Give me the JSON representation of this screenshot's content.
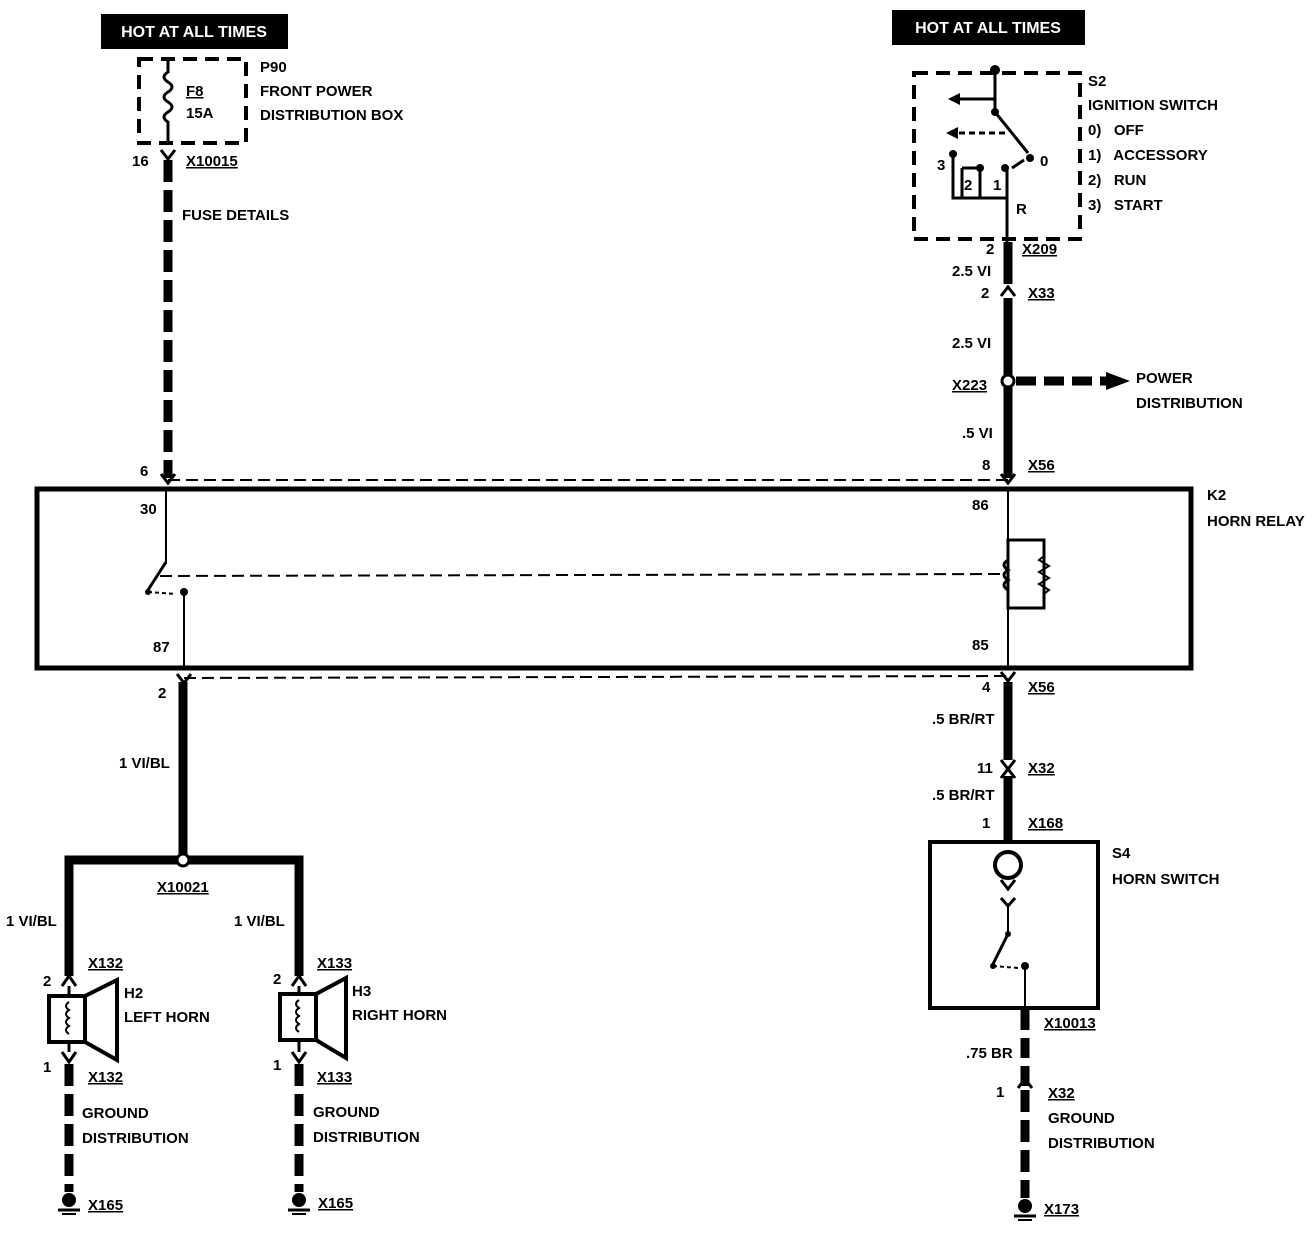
{
  "hot_banners": {
    "left": "HOT AT ALL TIMES",
    "right": "HOT AT ALL TIMES"
  },
  "p90": {
    "id": "P90",
    "name_line1": "FRONT POWER",
    "name_line2": "DISTRIBUTION BOX",
    "fuse_id": "F8",
    "fuse_rating": "15A",
    "pin": "16",
    "connector": "X10015",
    "note": "FUSE DETAILS"
  },
  "s2": {
    "id": "S2",
    "name": "IGNITION SWITCH",
    "positions": [
      "0)   OFF",
      "1)   ACCESSORY",
      "2)   RUN",
      "3)   START"
    ],
    "terminal_labels": {
      "p3": "3",
      "p2": "2",
      "p1": "1",
      "p0": "0",
      "r": "R"
    }
  },
  "ignition_feed": {
    "pin_x209": "2",
    "conn_x209": "X209",
    "wire_a": "2.5 VI",
    "pin_x33": "2",
    "conn_x33": "X33",
    "wire_b": "2.5 VI",
    "splice": "X223",
    "branch_line1": "POWER",
    "branch_line2": "DISTRIBUTION",
    "wire_c": ".5 VI",
    "pin_x56_top": "8",
    "conn_x56_top": "X56"
  },
  "k2": {
    "id": "K2",
    "name": "HORN RELAY",
    "pin_left_top": "6",
    "term_30": "30",
    "term_86": "86",
    "term_87": "87",
    "term_85": "85"
  },
  "horn_circuit": {
    "pin_out": "2",
    "wire": "1 VI/BL",
    "splice": "X10021",
    "left_wire": "1 VI/BL",
    "right_wire": "1 VI/BL"
  },
  "h2": {
    "id": "H2",
    "name": "LEFT HORN",
    "pin_top": "2",
    "conn_top": "X132",
    "pin_bot": "1",
    "conn_bot": "X132",
    "ground_line1": "GROUND",
    "ground_line2": "DISTRIBUTION",
    "ground_point": "X165"
  },
  "h3": {
    "id": "H3",
    "name": "RIGHT HORN",
    "pin_top": "2",
    "conn_top": "X133",
    "pin_bot": "1",
    "conn_bot": "X133",
    "ground_line1": "GROUND",
    "ground_line2": "DISTRIBUTION",
    "ground_point": "X165"
  },
  "switch_circuit": {
    "pin_x56_bot": "4",
    "conn_x56_bot": "X56",
    "wire_a": ".5 BR/RT",
    "pin_x32": "11",
    "conn_x32": "X32",
    "wire_b": ".5 BR/RT",
    "pin_x168": "1",
    "conn_x168": "X168"
  },
  "s4": {
    "id": "S4",
    "name": "HORN SWITCH",
    "conn_out": "X10013",
    "wire_out": ".75 BR",
    "pin_ground": "1",
    "conn_ground": "X32",
    "ground_line1": "GROUND",
    "ground_line2": "DISTRIBUTION",
    "ground_point": "X173"
  },
  "colors": {
    "ink": "#000000",
    "paper": "#ffffff"
  }
}
